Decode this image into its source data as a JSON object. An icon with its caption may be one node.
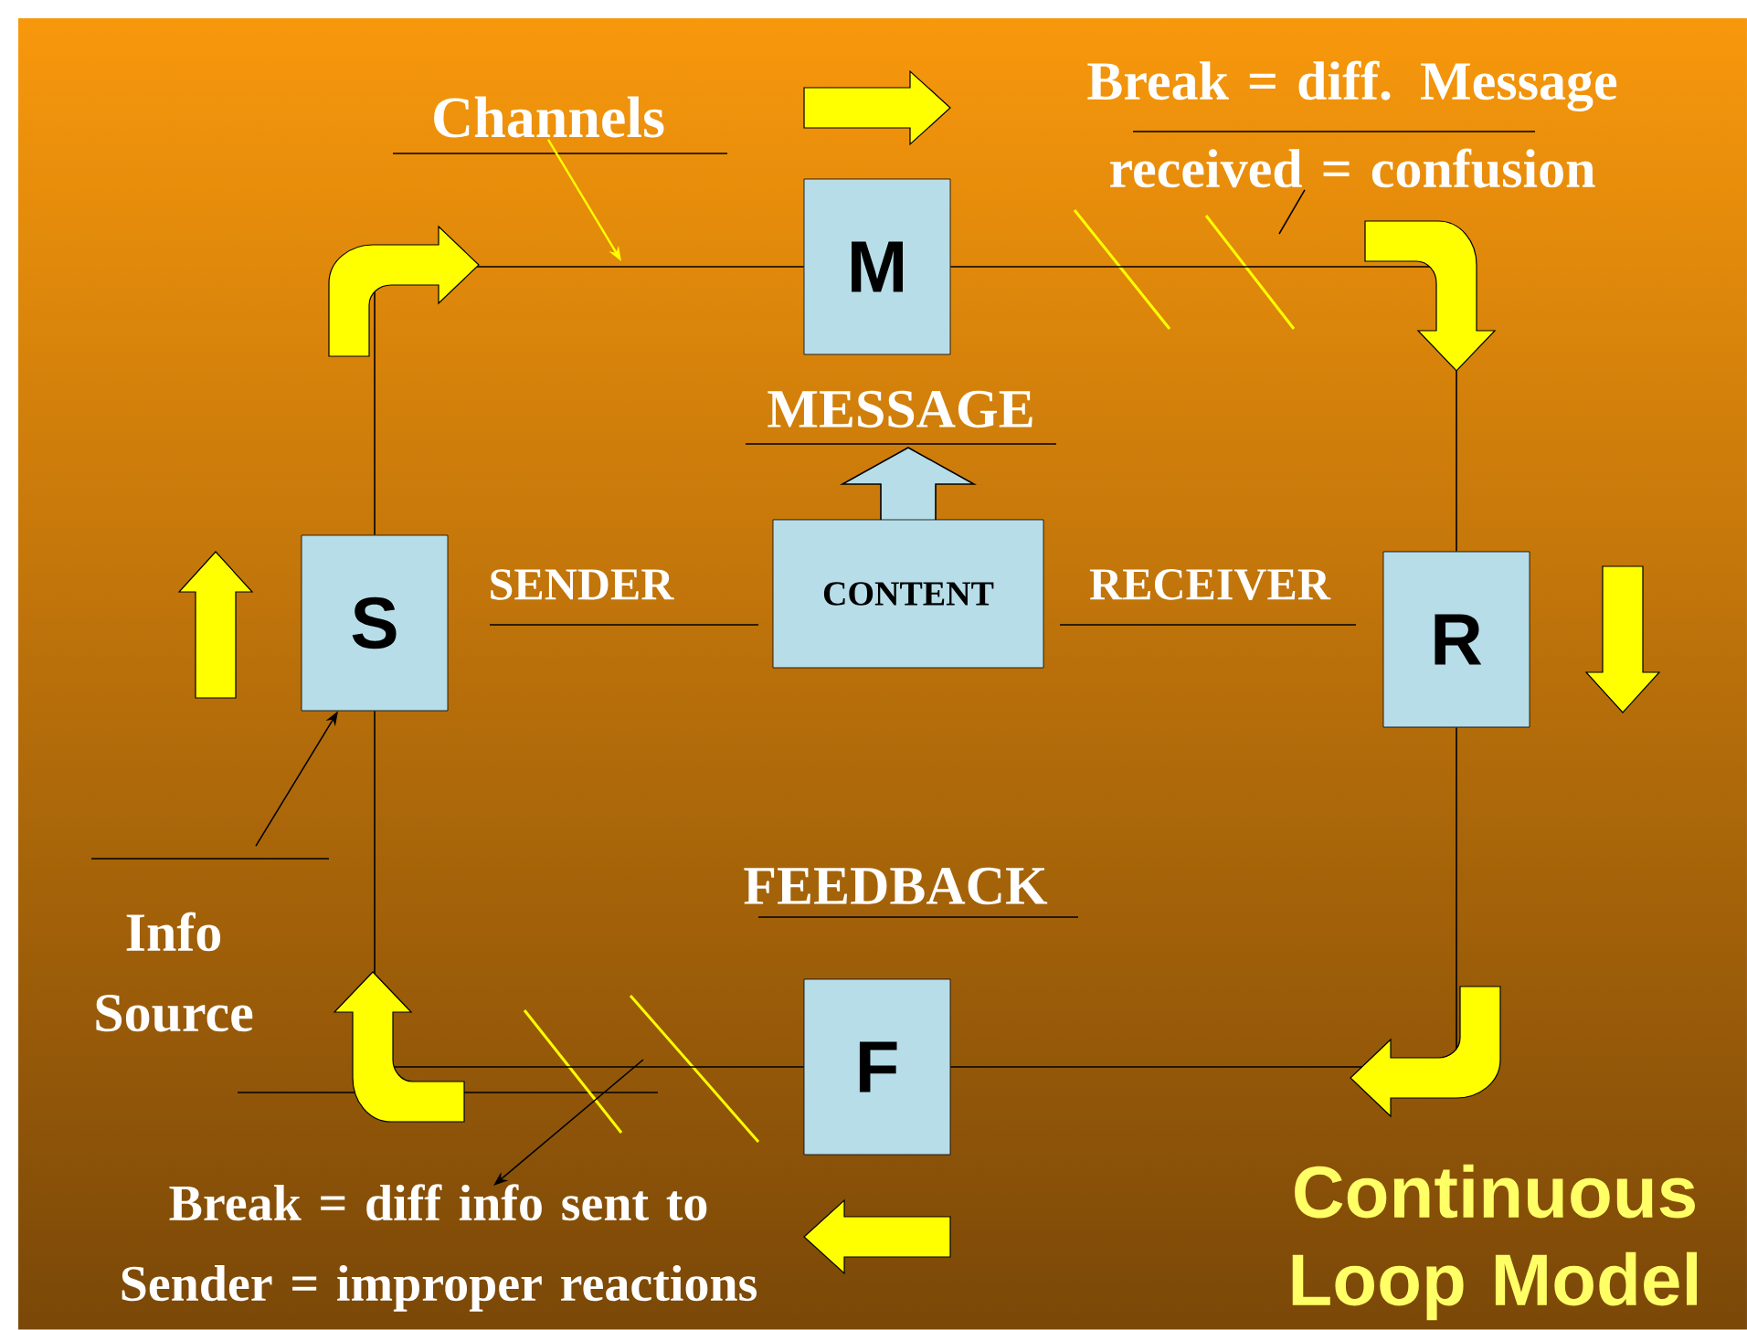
{
  "diagram": {
    "nodes": [
      {
        "text": [
          "Channels"
        ]
      },
      {
        "text": [
          "Break = diff. Message received = confusion"
        ]
      },
      {
        "text": [
          "M"
        ]
      },
      {
        "text": [
          "S"
        ]
      },
      {
        "text": [
          "CONTENT"
        ]
      },
      {
        "text": [
          "R"
        ]
      },
      {
        "text": [
          "Info Source"
        ]
      },
      {
        "text": [
          "F"
        ]
      },
      {
        "text": [
          "Break = diff info sent to Sender = improper reactions"
        ]
      }
    ],
    "edges": [
      {
        "from": 3,
        "to": 2,
        "arrow": "none"
      },
      {
        "from": 2,
        "to": 5,
        "arrow": "none"
      },
      {
        "from": 5,
        "to": 7,
        "arrow": "none"
      },
      {
        "from": 7,
        "to": 3,
        "arrow": "none"
      },
      {
        "from": 0,
        "to": null,
        "arrow": "to",
        "color": "#ffff00"
      },
      {
        "from": 1,
        "to": null,
        "arrow": "none"
      },
      {
        "from": 6,
        "to": 3,
        "arrow": "to"
      },
      {
        "from": null,
        "to": 8,
        "arrow": "to"
      }
    ],
    "labels": [
      "MESSAGE",
      "SENDER",
      "RECEIVER",
      "FEEDBACK",
      "Continuous Loop Model"
    ]
  }
}
